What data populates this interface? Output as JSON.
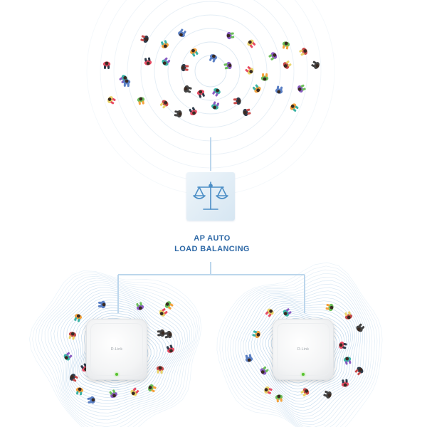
{
  "diagram": {
    "caption_line1": "AP AUTO",
    "caption_line2": "LOAD BALANCING",
    "center_icon": "balance-scale-icon",
    "colors": {
      "line": "#bcd6ec",
      "caption": "#2d68a6",
      "icon": "#4b8ec6",
      "led": "#57c22e"
    }
  },
  "access_points": [
    {
      "name": "access-point-left",
      "brand": "D-Link",
      "status": "online"
    },
    {
      "name": "access-point-right",
      "brand": "D-Link",
      "status": "online"
    }
  ]
}
